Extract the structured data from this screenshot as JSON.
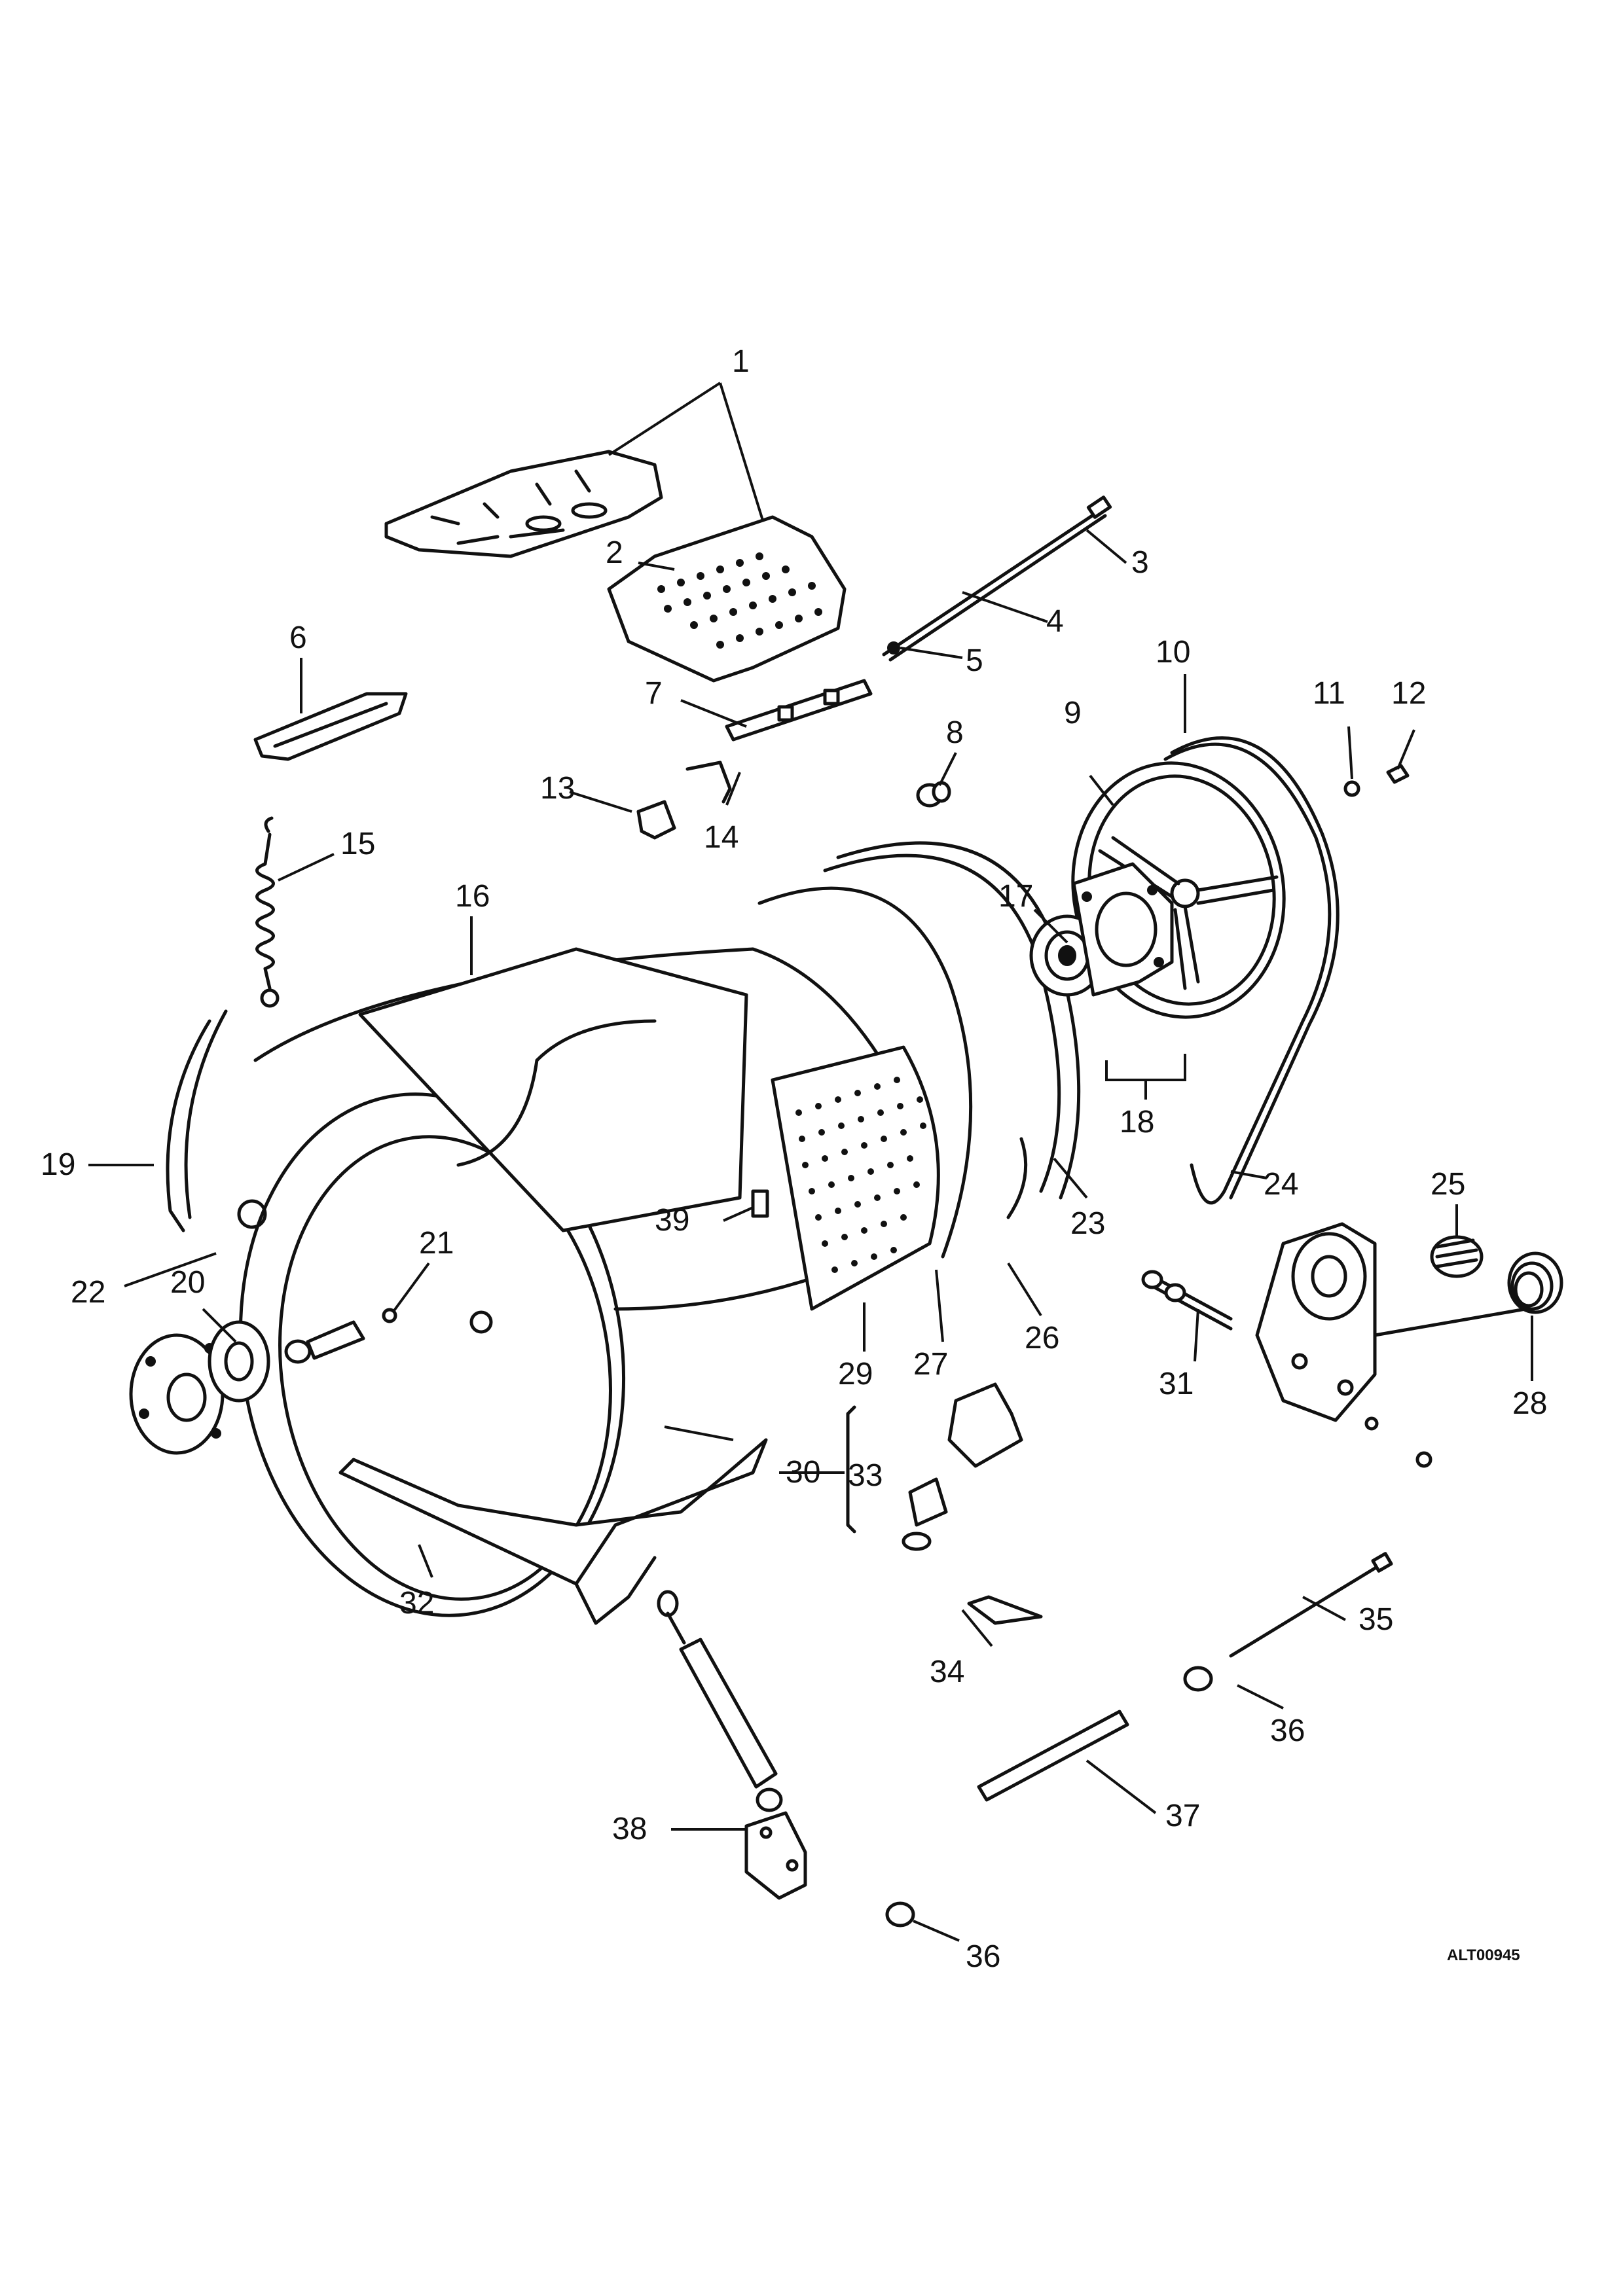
{
  "diagram": {
    "reference_code": "ALT00945",
    "callouts": [
      "1",
      "2",
      "3",
      "4",
      "5",
      "6",
      "7",
      "8",
      "9",
      "10",
      "11",
      "12",
      "13",
      "14",
      "15",
      "16",
      "17",
      "18",
      "19",
      "20",
      "21",
      "22",
      "23",
      "24",
      "25",
      "26",
      "27",
      "28",
      "29",
      "30",
      "31",
      "32",
      "33",
      "34",
      "35",
      "36",
      "36",
      "37",
      "38",
      "39"
    ]
  }
}
